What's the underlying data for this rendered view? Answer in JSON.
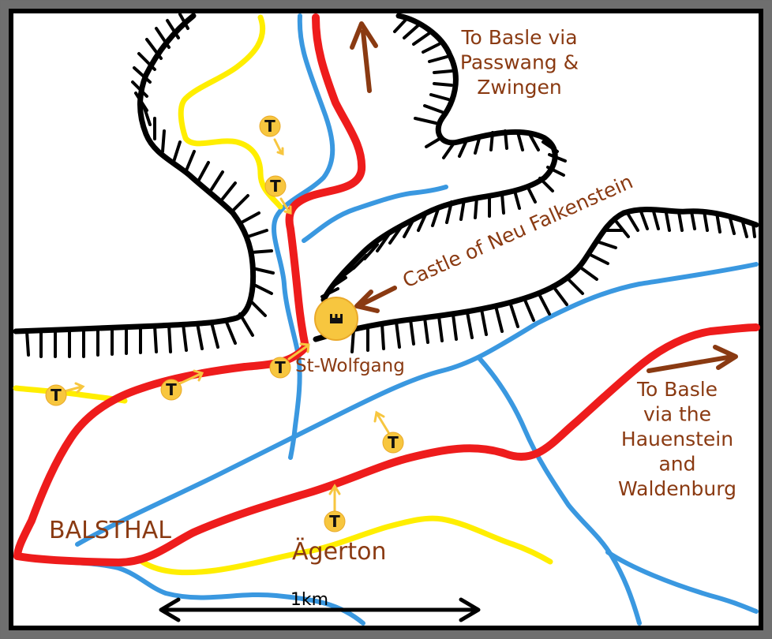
{
  "labels": {
    "north_route": "To Basle via\nPasswang &\nZwingen",
    "castle": "Castle of Neu Falkenstein",
    "st_wolfgang": "St-Wolfgang",
    "east_route": "To Basle\nvia the\nHauenstein\nand\nWaldenburg",
    "balsthal": "BALSTHAL",
    "agerton": "Ägerton",
    "scale": "1km"
  },
  "marker_letter": "T",
  "colors": {
    "road": "#ee1c1c",
    "river": "#3a98e0",
    "track": "#ffee00",
    "label": "#8a3a12",
    "marker": "#f7c63f"
  },
  "legend_icons": [
    "castle-icon",
    "tower-marker-icon"
  ]
}
